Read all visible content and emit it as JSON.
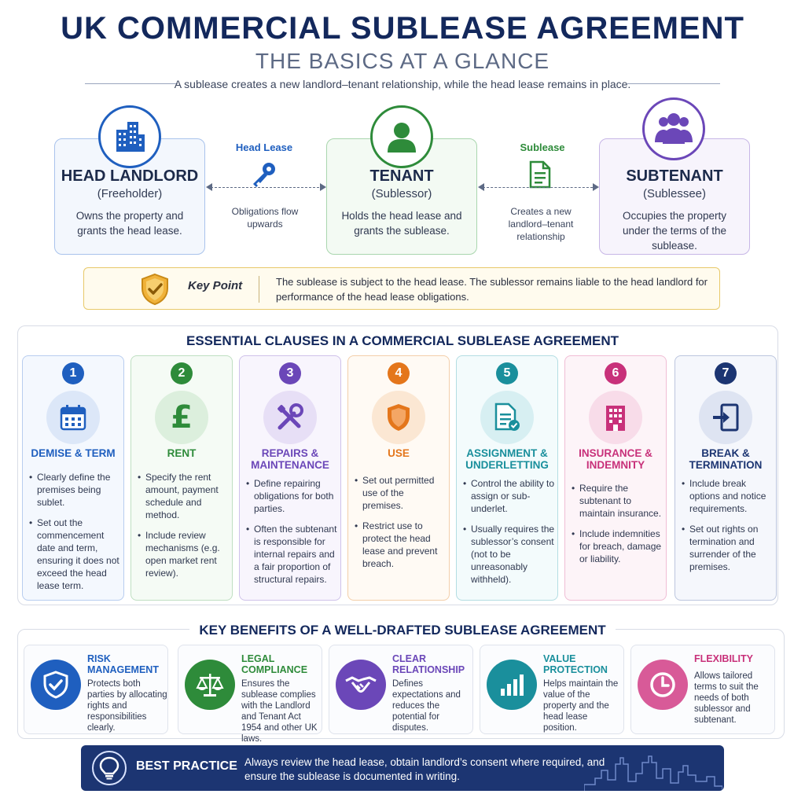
{
  "header": {
    "title": "UK COMMERCIAL SUBLEASE AGREEMENT",
    "subtitle": "THE BASICS AT A GLANCE",
    "intro": "A sublease creates a new landlord–tenant relationship, while the head lease remains in place."
  },
  "parties": [
    {
      "name": "HEAD LANDLORD",
      "role": "(Freeholder)",
      "desc": "Owns the property and grants the head lease.",
      "icon": "building-icon",
      "color": "#1f5fbf"
    },
    {
      "name": "TENANT",
      "role": "(Sublessor)",
      "desc": "Holds the head lease and grants the sublease.",
      "icon": "person-icon",
      "color": "#2e8b3a"
    },
    {
      "name": "SUBTENANT",
      "role": "(Sublessee)",
      "desc": "Occupies the property under the terms of the sublease.",
      "icon": "group-icon",
      "color": "#6b47b8"
    }
  ],
  "links": [
    {
      "title": "Head Lease",
      "desc": "Obligations flow upwards",
      "icon": "key-icon",
      "color": "#1f5fbf"
    },
    {
      "title": "Sublease",
      "desc": "Creates a new landlord–tenant relationship",
      "icon": "document-icon",
      "color": "#2e8b3a"
    }
  ],
  "key_point": {
    "label": "Key Point",
    "text": "The sublease is subject to the head lease. The sublessor remains liable to the head landlord for performance of the head lease obligations.",
    "icon": "shield-check-icon"
  },
  "clauses": {
    "title": "ESSENTIAL CLAUSES IN A COMMERCIAL SUBLEASE AGREEMENT",
    "items": [
      {
        "number": "1",
        "title": "DEMISE & TERM",
        "icon": "calendar-icon",
        "color": "#1f5fbf",
        "bullets": [
          "Clearly define the premises being sublet.",
          "Set out the commencement date and term, ensuring it does not exceed the head lease term."
        ]
      },
      {
        "number": "2",
        "title": "RENT",
        "icon": "pound-icon",
        "color": "#2e8b3a",
        "bullets": [
          "Specify the rent amount, payment schedule and method.",
          "Include review mechanisms (e.g. open market rent review)."
        ]
      },
      {
        "number": "3",
        "title": "REPAIRS & MAINTENANCE",
        "icon": "tools-icon",
        "color": "#6b47b8",
        "bullets": [
          "Define repairing obligations for both parties.",
          "Often the subtenant is responsible for internal repairs and a fair proportion of structural repairs."
        ]
      },
      {
        "number": "4",
        "title": "USE",
        "icon": "shield-icon",
        "color": "#e4761b",
        "bullets": [
          "Set out permitted use of the premises.",
          "Restrict use to protect the head lease and prevent breach."
        ]
      },
      {
        "number": "5",
        "title": "ASSIGNMENT & UNDERLETTING",
        "icon": "document-check-icon",
        "color": "#1a8f9c",
        "bullets": [
          "Control the ability to assign or sub-underlet.",
          "Usually requires the sublessor’s consent (not to be unreasonably withheld)."
        ]
      },
      {
        "number": "6",
        "title": "INSURANCE & INDEMNITY",
        "icon": "building-icon",
        "color": "#c8317a",
        "bullets": [
          "Require the subtenant to maintain insurance.",
          "Include indemnities for breach, damage or liability."
        ]
      },
      {
        "number": "7",
        "title": "BREAK & TERMINATION",
        "icon": "exit-icon",
        "color": "#1c3572",
        "bullets": [
          "Include break options and notice requirements.",
          "Set out rights on termination and surrender of the premises."
        ]
      }
    ]
  },
  "benefits": {
    "title": "KEY BENEFITS OF A WELL-DRAFTED SUBLEASE AGREEMENT",
    "items": [
      {
        "title": "RISK MANAGEMENT",
        "desc": "Protects both parties by allocating rights and responsibilities clearly.",
        "icon": "shield-icon",
        "color": "#1f5fbf"
      },
      {
        "title": "LEGAL COMPLIANCE",
        "desc": "Ensures the sublease complies with the Landlord and Tenant Act 1954 and other UK laws.",
        "icon": "scales-icon",
        "color": "#2e8b3a"
      },
      {
        "title": "CLEAR RELATIONSHIP",
        "desc": "Defines expectations and reduces the potential for disputes.",
        "icon": "handshake-icon",
        "color": "#6b47b8"
      },
      {
        "title": "VALUE PROTECTION",
        "desc": "Helps maintain the value of the property and the head lease position.",
        "icon": "chart-icon",
        "color": "#1a8f9c"
      },
      {
        "title": "FLEXIBILITY",
        "desc": "Allows tailored terms to suit the needs of both sublessor and subtenant.",
        "icon": "clock-icon",
        "color": "#c8317a"
      }
    ]
  },
  "best_practice": {
    "label": "BEST PRACTICE",
    "text": "Always review the head lease, obtain landlord’s consent where required, and ensure the sublease is documented in writing.",
    "icon": "lightbulb-icon"
  }
}
